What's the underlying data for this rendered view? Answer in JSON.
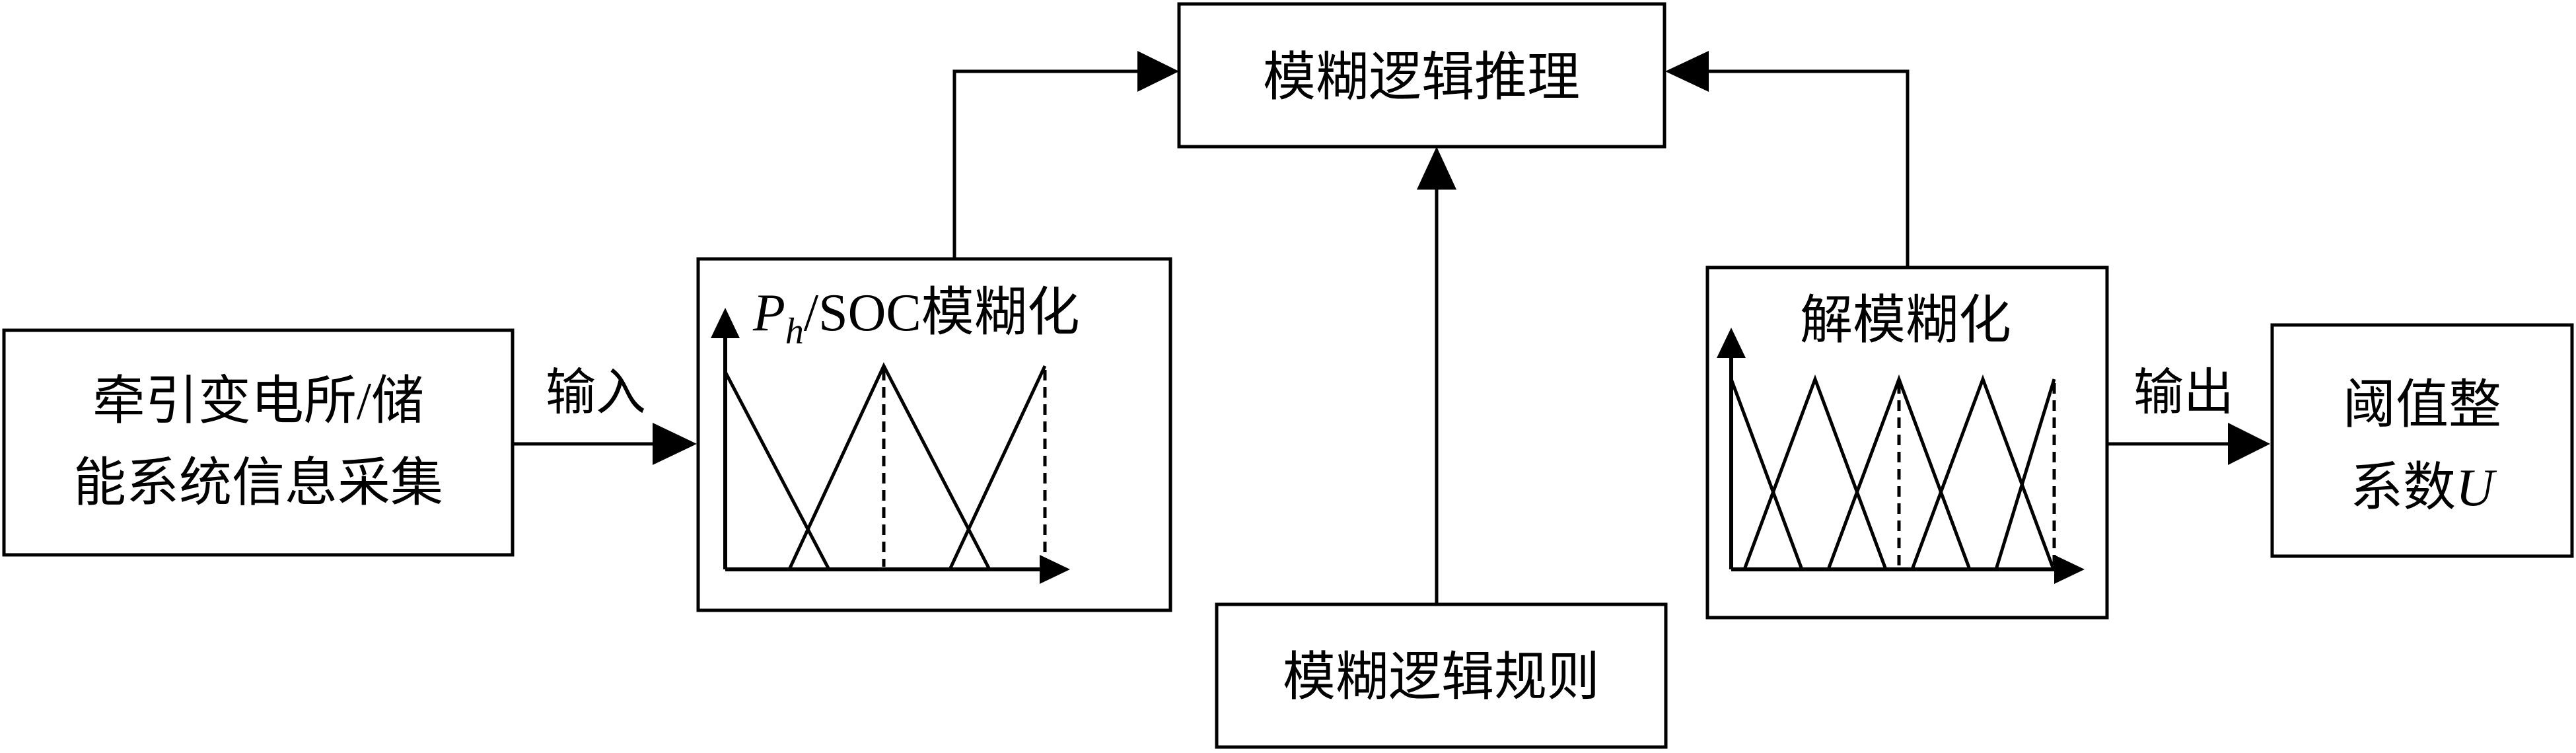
{
  "blocks": {
    "collect": {
      "line1": "牵引变电所/储",
      "line2": "能系统信息采集"
    },
    "fuzzify": {
      "symbol_p": "P",
      "symbol_sub": "h",
      "rest": "/SOC模糊化"
    },
    "inference": {
      "label": "模糊逻辑推理"
    },
    "rules": {
      "label": "模糊逻辑规则"
    },
    "defuzzify": {
      "label": "解模糊化"
    },
    "output": {
      "line1": "阈值整",
      "line2_text": "系数",
      "line2_var": "U"
    }
  },
  "arrows": {
    "input_label": "输入",
    "output_label": "输出"
  }
}
